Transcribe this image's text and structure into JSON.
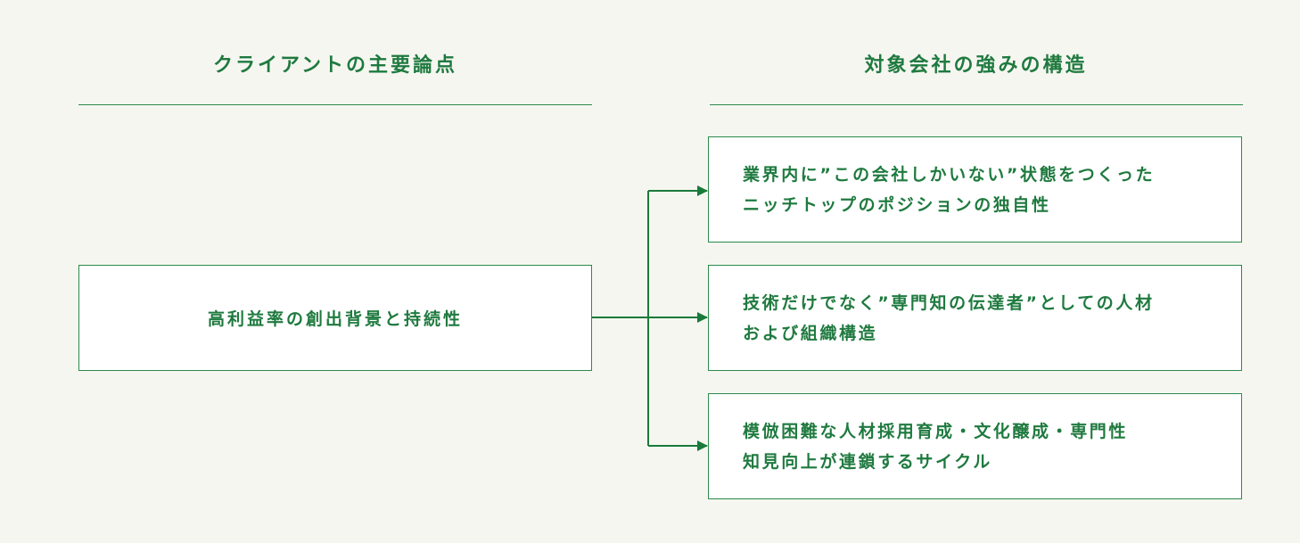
{
  "headings": {
    "left": "クライアントの主要論点",
    "right": "対象会社の強みの構造"
  },
  "client": {
    "label": "高利益率の創出背景と持続性"
  },
  "strengths": [
    {
      "line1": "業界内に”この会社しかいない”状態をつくった",
      "line2": "ニッチトップのポジションの独自性"
    },
    {
      "line1": "技術だけでなく”専門知の伝達者”としての人材",
      "line2": "および組織構造"
    },
    {
      "line1": "模倣困難な人材採用育成・文化醸成・専門性",
      "line2": "知見向上が連鎖するサイクル"
    }
  ],
  "colors": {
    "background": "#f6f6f1",
    "accent": "#1f7a3f",
    "line": "#2a8a4a",
    "box": "#ffffff"
  }
}
